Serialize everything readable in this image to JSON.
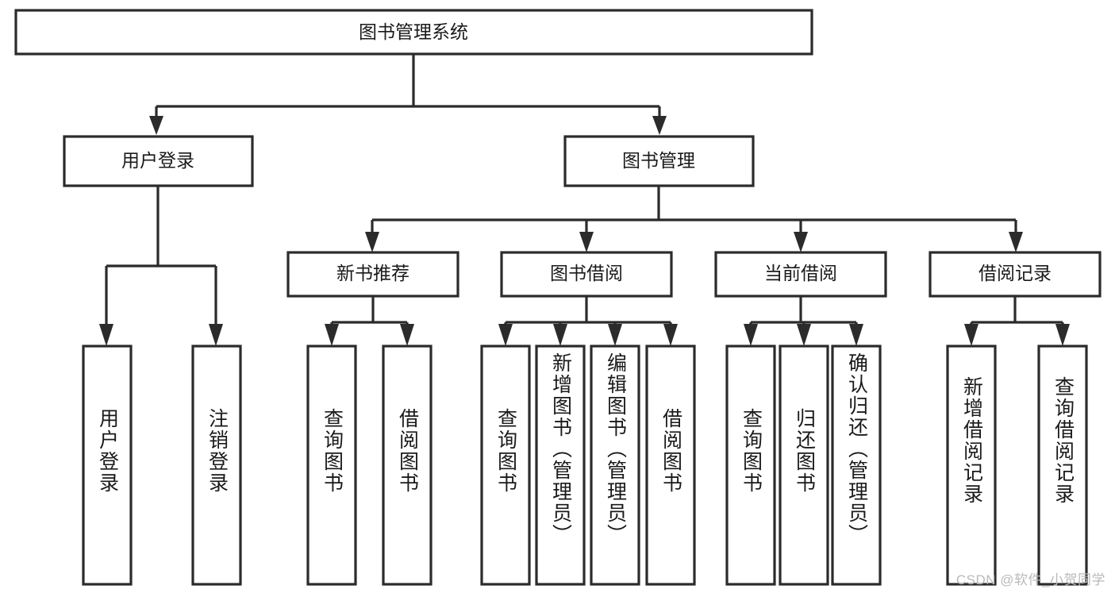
{
  "diagram": {
    "title": "图书管理系统",
    "type": "hierarchy-tree",
    "watermark": "CSDN @软件_小贺同学",
    "colors": {
      "stroke": "#2b2b2b",
      "fill": "#ffffff",
      "text": "#1a1a1a",
      "watermark": "#b9b9b9"
    },
    "levels": {
      "root": {
        "label": "图书管理系统"
      },
      "level2": [
        {
          "label": "用户登录"
        },
        {
          "label": "图书管理"
        }
      ],
      "level3": [
        {
          "label": "新书推荐"
        },
        {
          "label": "图书借阅"
        },
        {
          "label": "当前借阅"
        },
        {
          "label": "借阅记录"
        }
      ],
      "leaves": {
        "user_login": [
          {
            "label": "用户登录"
          },
          {
            "label": "注销登录"
          }
        ],
        "new_book": [
          {
            "label": "查询图书"
          },
          {
            "label": "借阅图书"
          }
        ],
        "book_borrow": [
          {
            "label": "查询图书"
          },
          {
            "label": "新增图书（管理员）"
          },
          {
            "label": "编辑图书（管理员）"
          },
          {
            "label": "借阅图书"
          }
        ],
        "current_borrow": [
          {
            "label": "查询图书"
          },
          {
            "label": "归还图书"
          },
          {
            "label": "确认归还（管理员）"
          }
        ],
        "borrow_record": [
          {
            "label": "新增借阅记录"
          },
          {
            "label": "查询借阅记录"
          }
        ]
      }
    }
  }
}
